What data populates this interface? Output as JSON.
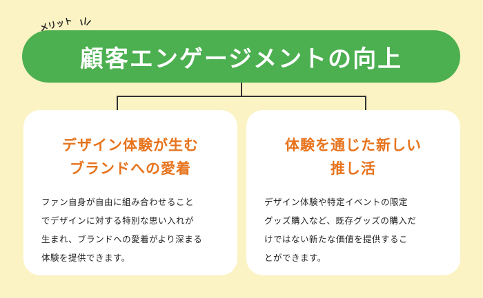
{
  "tag": "メリット",
  "title": "顧客エンゲージメントの向上",
  "colors": {
    "background": "#fbf3c4",
    "title_bar": "#4caf50",
    "card_title": "#e7731c",
    "card": "#ffffff",
    "connector": "#333333"
  },
  "cards": [
    {
      "title_lines": [
        "デザイン体験が生む",
        "ブランドへの愛着"
      ],
      "body_lines": [
        "ファン自身が自由に組み合わせること",
        "でデザインに対する特別な思い入れが",
        "生まれ、ブランドへの愛着がより深まる",
        "体験を提供できます。"
      ]
    },
    {
      "title_lines": [
        "体験を通じた新しい",
        "推し活"
      ],
      "body_lines": [
        "デザイン体験や特定イベントの限定",
        "グッズ購入など、既存グッズの購入だ",
        "けではない新たな価値を提供するこ",
        "とができます。"
      ]
    }
  ]
}
